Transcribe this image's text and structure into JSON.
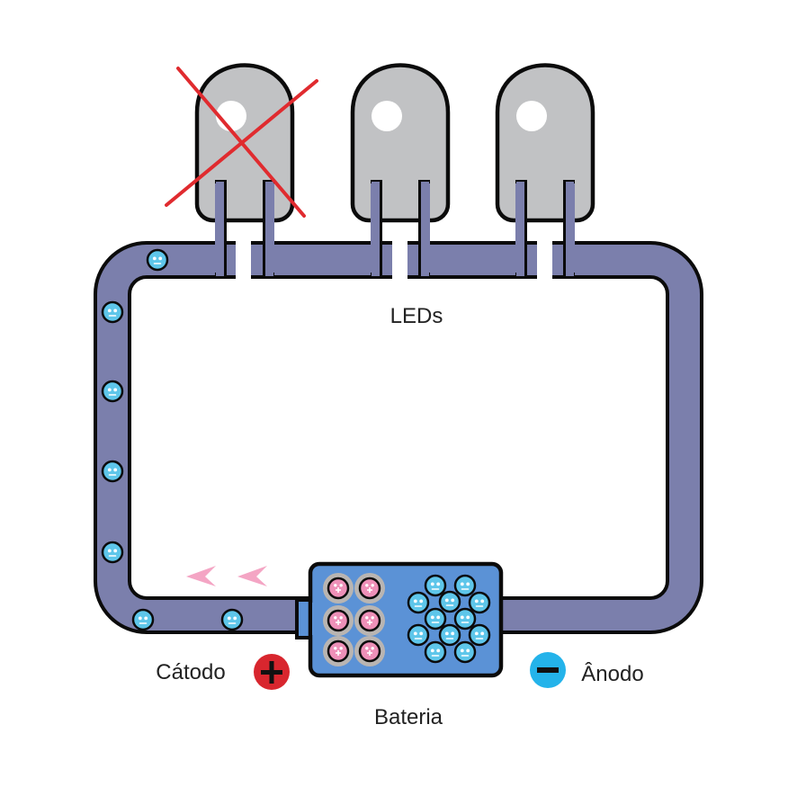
{
  "labels": {
    "leds": "LEDs",
    "cathode": "Cátodo",
    "anode": "Ânodo",
    "battery": "Bateria"
  },
  "symbols": {
    "plus": "+",
    "minus": "−"
  },
  "leds": [
    {
      "id": "led-1",
      "state": "broken"
    },
    {
      "id": "led-2",
      "state": "ok"
    },
    {
      "id": "led-3",
      "state": "ok"
    }
  ],
  "colors": {
    "wire": "#7b7fac",
    "led_body": "#c1c2c4",
    "electron": "#5ec6ea",
    "hole": "#ee90b8",
    "battery": "#5b92d6",
    "cross": "#e02b2f",
    "plus_terminal": "#d8262e",
    "minus_terminal": "#24b3ea",
    "arrow": "#f4a5c4"
  }
}
